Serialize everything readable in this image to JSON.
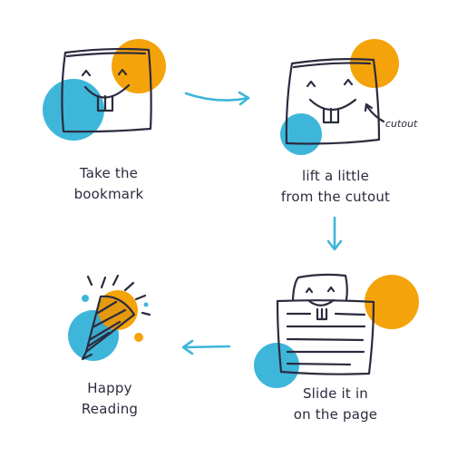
{
  "steps": [
    {
      "caption": [
        "Take the",
        "bookmark"
      ]
    },
    {
      "caption": [
        "lift a little",
        "from the cutout"
      ],
      "annotation": "cutout"
    },
    {
      "caption": [
        "Slide it in",
        "on the page"
      ]
    },
    {
      "caption": [
        "Happy",
        "Reading"
      ]
    }
  ],
  "colors": {
    "orange": "#F5A30A",
    "blue": "#3EB6DA",
    "ink": "#2B2B3F",
    "arrow": "#3EB6DA"
  }
}
